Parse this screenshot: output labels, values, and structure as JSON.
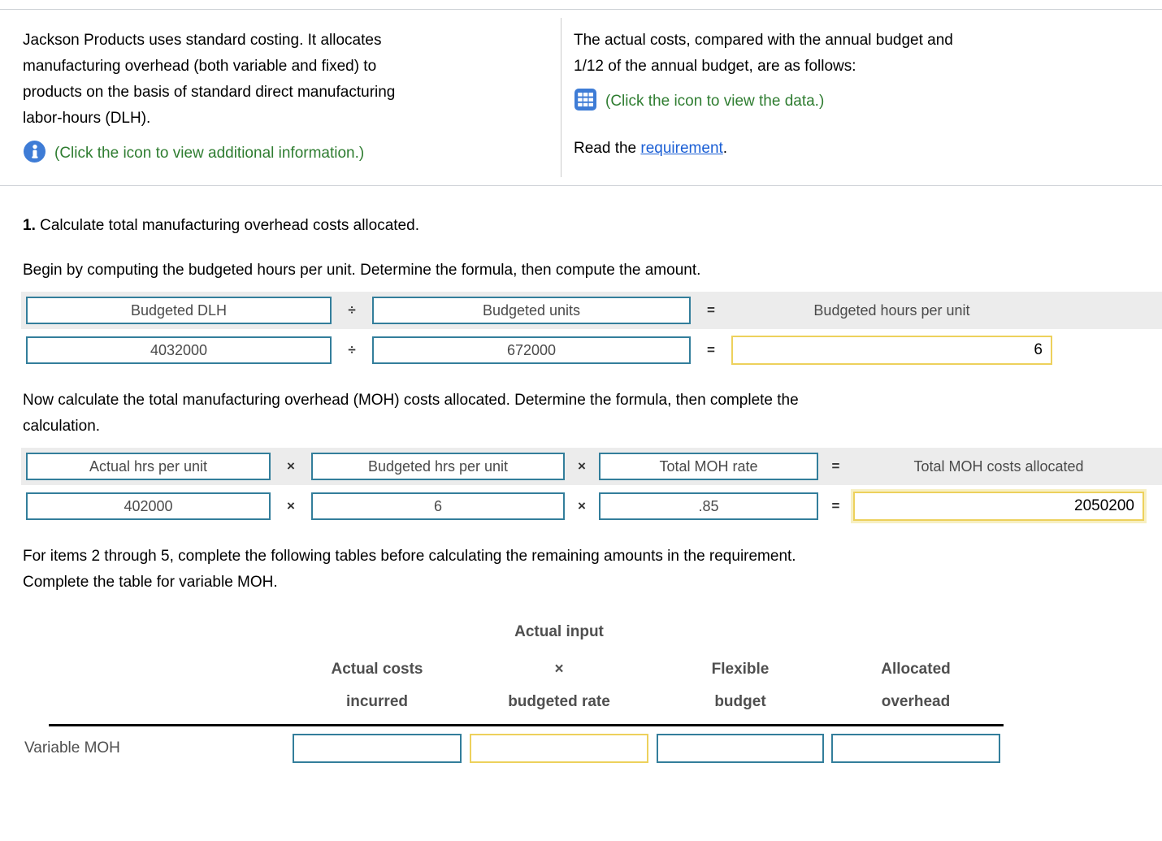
{
  "top": {
    "left": {
      "paragraph_lines": [
        "Jackson Products uses standard costing. It allocates",
        "manufacturing overhead (both variable and fixed) to",
        "products on the basis of standard direct manufacturing",
        "labor-hours (DLH)."
      ],
      "info_link_label": "(Click the icon to view additional information.)"
    },
    "right": {
      "paragraph_lines": [
        "The actual costs, compared with the annual budget and",
        "1/12 of the annual budget, are as follows:"
      ],
      "data_link_label": "(Click the icon to view the data.)",
      "read_prefix": "Read the ",
      "requirement_label": "requirement",
      "read_suffix": "."
    }
  },
  "question": {
    "number": "1.",
    "title": "Calculate total manufacturing overhead costs allocated.",
    "step1_instruction": "Begin by computing the budgeted hours per unit. Determine the formula, then compute the amount.",
    "step2_instruction_lines": [
      "Now calculate the total manufacturing overhead (MOH) costs allocated. Determine the formula, then complete the",
      "calculation."
    ],
    "step3_instruction_lines": [
      "For items 2 through 5, complete the following tables before calculating the remaining amounts in the requirement.",
      "Complete the table for variable MOH."
    ]
  },
  "formula1": {
    "label1": "Budgeted DLH",
    "divide_sign": "÷",
    "label2": "Budgeted units",
    "equals_sign": "=",
    "result_label": "Budgeted hours per unit",
    "value1": "4032000",
    "value2": "672000",
    "result_value": "6"
  },
  "formula2": {
    "label1": "Actual hrs per unit",
    "multiply_sign": "×",
    "label2": "Budgeted hrs per unit",
    "label3": "Total MOH rate",
    "equals_sign": "=",
    "result_label": "Total MOH costs allocated",
    "value1": "402000",
    "value2": "6",
    "value3": ".85",
    "result_value": "2050200"
  },
  "variable_moh_table": {
    "group_header": "Actual input",
    "columns": [
      {
        "line1": "Actual costs",
        "line2": "incurred"
      },
      {
        "line1": "×",
        "line2": "budgeted rate"
      },
      {
        "line1": "Flexible",
        "line2": "budget"
      },
      {
        "line1": "Allocated",
        "line2": "overhead"
      }
    ],
    "row_label": "Variable MOH",
    "inputs": [
      "",
      "",
      "",
      ""
    ]
  },
  "colors": {
    "accent_teal": "#337E9B",
    "answer_yellow": "#EDD15C",
    "link_blue": "#1B5FD5",
    "green": "#2F7D31",
    "icon_blue": "#3E7CD6"
  }
}
